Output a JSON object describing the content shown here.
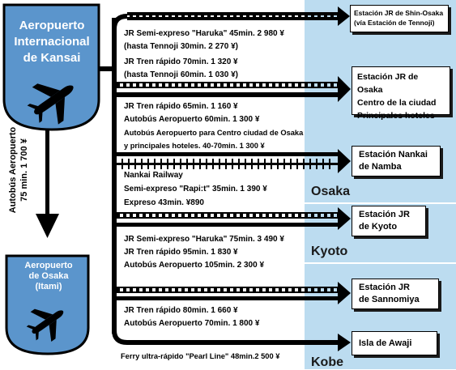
{
  "colors": {
    "region": "#bcdcf0",
    "shield": "#5b95cc",
    "line": "#000000"
  },
  "origin": {
    "name_lines": [
      "Aeropuerto",
      "Internacional",
      "de Kansai"
    ],
    "icon": "airplane-icon"
  },
  "itami": {
    "name_lines": [
      "Aeropuerto",
      "de Osaka",
      "(Itami)"
    ],
    "icon": "airplane-icon"
  },
  "bus_itami": {
    "lines": [
      "Autobús Aeropuerto",
      "75 min. 1 700 ¥"
    ]
  },
  "regions": {
    "osaka": "Osaka",
    "kyoto": "Kyoto",
    "kobe": "Kobe"
  },
  "destinations": {
    "shin_osaka": {
      "lines": [
        "Estación JR de Shin-Osaka",
        "(vía Estación de Tennoji)"
      ]
    },
    "osaka": {
      "lines": [
        "Estación JR de Osaka",
        "Centro de la ciudad",
        "Principales hoteles"
      ]
    },
    "namba": {
      "lines": [
        "Estación Nankai",
        "de Namba"
      ]
    },
    "kyoto": {
      "lines": [
        "Estación JR",
        "de Kyoto"
      ]
    },
    "sannomiya": {
      "lines": [
        "Estación JR",
        "de Sannomiya"
      ]
    },
    "awaji": {
      "lines": [
        "Isla de Awaji"
      ]
    }
  },
  "routes": {
    "shin_osaka": [
      "JR Semi-expreso \"Haruka\" 45min. 2 980 ¥",
      "(hasta Tennoji 30min. 2 270 ¥)"
    ],
    "osaka_upper": [
      "JR Tren rápido 70min. 1 320 ¥",
      "(hasta Tennoji 60min. 1 030 ¥)"
    ],
    "osaka_lower": [
      "JR Tren rápido 65min. 1 160 ¥",
      "Autobús Aeropuerto 60min. 1 300 ¥"
    ],
    "namba_bus": [
      "Autobús Aeropuerto para Centro ciudad de Osaka",
      "y principales hoteles. 40-70min. 1 300 ¥"
    ],
    "namba_rail": [
      "Nankai Railway",
      "Semi-expreso \"Rapi:t\" 35min. 1 390 ¥",
      "Expreso 43min. ¥890"
    ],
    "kyoto": [
      "JR Semi-expreso \"Haruka\" 75min. 3 490 ¥",
      "JR Tren rápido 95min. 1 830 ¥",
      "Autobús Aeropuerto 105min. 2 300 ¥"
    ],
    "sannomiya": [
      "JR Tren rápido 80min. 1 660 ¥",
      "Autobús Aeropuerto 70min. 1 800 ¥"
    ],
    "awaji": [
      "Ferry ultra-rápido \"Pearl Line\" 48min.2 500 ¥"
    ]
  }
}
